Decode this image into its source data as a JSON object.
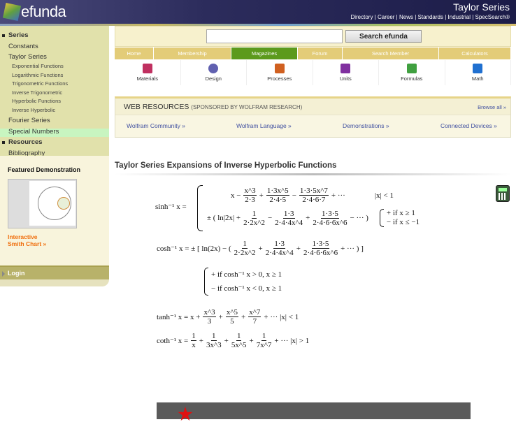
{
  "header": {
    "logo": "efunda",
    "title": "Taylor Series",
    "links": [
      "Directory",
      "Career",
      "News",
      "Standards",
      "Industrial",
      "SpecSearch®"
    ]
  },
  "sidebar": {
    "items": [
      {
        "label": "Series",
        "type": "b"
      },
      {
        "label": "Constants",
        "type": "n"
      },
      {
        "label": "Taylor Series",
        "type": "n"
      },
      {
        "label": "Exponential Functions",
        "type": "sub"
      },
      {
        "label": "Logarithmic Functions",
        "type": "sub"
      },
      {
        "label": "Trigonometric Functions",
        "type": "sub"
      },
      {
        "label": "Inverse Trigonometric",
        "type": "sub"
      },
      {
        "label": "Hyperbolic Functions",
        "type": "sub"
      },
      {
        "label": "Inverse Hyperbolic",
        "type": "sub"
      },
      {
        "label": "Fourier Series",
        "type": "n"
      },
      {
        "label": "Special Numbers",
        "type": "n"
      },
      {
        "label": "Resources",
        "type": "b"
      },
      {
        "label": "Bibliography",
        "type": "n"
      }
    ],
    "featured_title": "Featured Demonstration",
    "featured_link_1": "Interactive",
    "featured_link_2": "Smith Chart »",
    "login": "Login"
  },
  "search": {
    "placeholder": "",
    "button": "Search efunda"
  },
  "tabs": [
    "Home",
    "Membership",
    "Magazines",
    "Forum",
    "Search Member",
    "Calculators"
  ],
  "active_tab": "Magazines",
  "icons": [
    {
      "label": "Materials",
      "icon": "materials-icon",
      "color": "#c03060"
    },
    {
      "label": "Design",
      "icon": "gear-icon",
      "color": "#6060b0"
    },
    {
      "label": "Processes",
      "icon": "box-icon",
      "color": "#d06020"
    },
    {
      "label": "Units",
      "icon": "units-icon",
      "color": "#8030a0"
    },
    {
      "label": "Formulas",
      "icon": "leaf-icon",
      "color": "#40a040"
    },
    {
      "label": "Math",
      "icon": "play-icon",
      "color": "#2070d0"
    }
  ],
  "web_resources": {
    "title": "WEB RESOURCES",
    "sponsor": "(SPONSORED BY WOLFRAM RESEARCH)",
    "browse": "Browse all »",
    "links": [
      "Wolfram Community »",
      "Wolfram Language »",
      "Demonstrations »",
      "Connected Devices »"
    ]
  },
  "content": {
    "heading": "Taylor Series Expansions of Inverse Hyperbolic Functions"
  },
  "formulas": {
    "sinh_label": "sinh⁻¹ x =",
    "sinh_1": [
      "x −",
      {
        "n": "x^3",
        "d": "2·3"
      },
      "+",
      {
        "n": "1·3x^5",
        "d": "2·4·5"
      },
      "−",
      {
        "n": "1·3·5x^7",
        "d": "2·4·6·7"
      },
      "+ ···"
    ],
    "sinh_1_cond": "|x| < 1",
    "sinh_2": [
      "± ( ln|2x| +",
      {
        "n": "1",
        "d": "2·2x^2"
      },
      "−",
      {
        "n": "1·3",
        "d": "2·4·4x^4"
      },
      "+",
      {
        "n": "1·3·5",
        "d": "2·4·6·6x^6"
      },
      "− ··· )"
    ],
    "sinh_2_cond": [
      "+ if x ≥ 1",
      "− if x ≤ −1"
    ],
    "cosh": [
      "cosh⁻¹ x = ± [ ln(2x) − (",
      {
        "n": "1",
        "d": "2·2x^2"
      },
      "+",
      {
        "n": "1·3",
        "d": "2·4·4x^4"
      },
      "+",
      {
        "n": "1·3·5",
        "d": "2·4·6·6x^6"
      },
      "+ ··· ) ]"
    ],
    "cosh_cond": [
      "+ if  cosh⁻¹ x > 0, x ≥ 1",
      "− if  cosh⁻¹ x < 0, x ≥ 1"
    ],
    "tanh": [
      "tanh⁻¹ x = x +",
      {
        "n": "x^3",
        "d": "3"
      },
      "+",
      {
        "n": "x^5",
        "d": "5"
      },
      "+",
      {
        "n": "x^7",
        "d": "7"
      },
      "+ ···   |x| < 1"
    ],
    "coth": [
      "coth⁻¹ x =",
      {
        "n": "1",
        "d": "x"
      },
      "+",
      {
        "n": "1",
        "d": "3x^3"
      },
      "+",
      {
        "n": "1",
        "d": "5x^5"
      },
      "+",
      {
        "n": "1",
        "d": "7x^7"
      },
      "+ ···   |x| > 1"
    ]
  }
}
